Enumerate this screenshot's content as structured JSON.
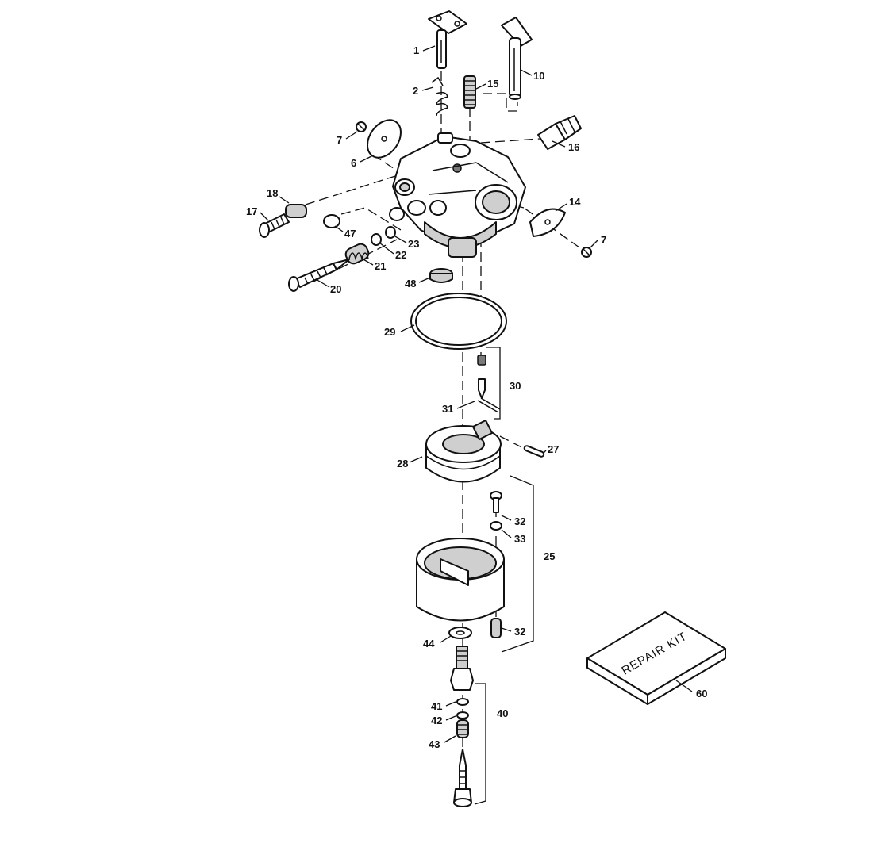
{
  "diagram": {
    "callouts": {
      "c1": "1",
      "c2": "2",
      "c15": "15",
      "c10": "10",
      "c16": "16",
      "c7a": "7",
      "c6": "6",
      "c18": "18",
      "c17": "17",
      "c47": "47",
      "c23": "23",
      "c22": "22",
      "c21": "21",
      "c20": "20",
      "c14": "14",
      "c7b": "7",
      "c48": "48",
      "c29": "29",
      "c30": "30",
      "c31": "31",
      "c27": "27",
      "c28": "28",
      "c32a": "32",
      "c33": "33",
      "c25": "25",
      "c32b": "32",
      "c44": "44",
      "c41": "41",
      "c42": "42",
      "c43": "43",
      "c40": "40",
      "c60": "60"
    },
    "repair_kit_label": "REPAIR KIT"
  }
}
